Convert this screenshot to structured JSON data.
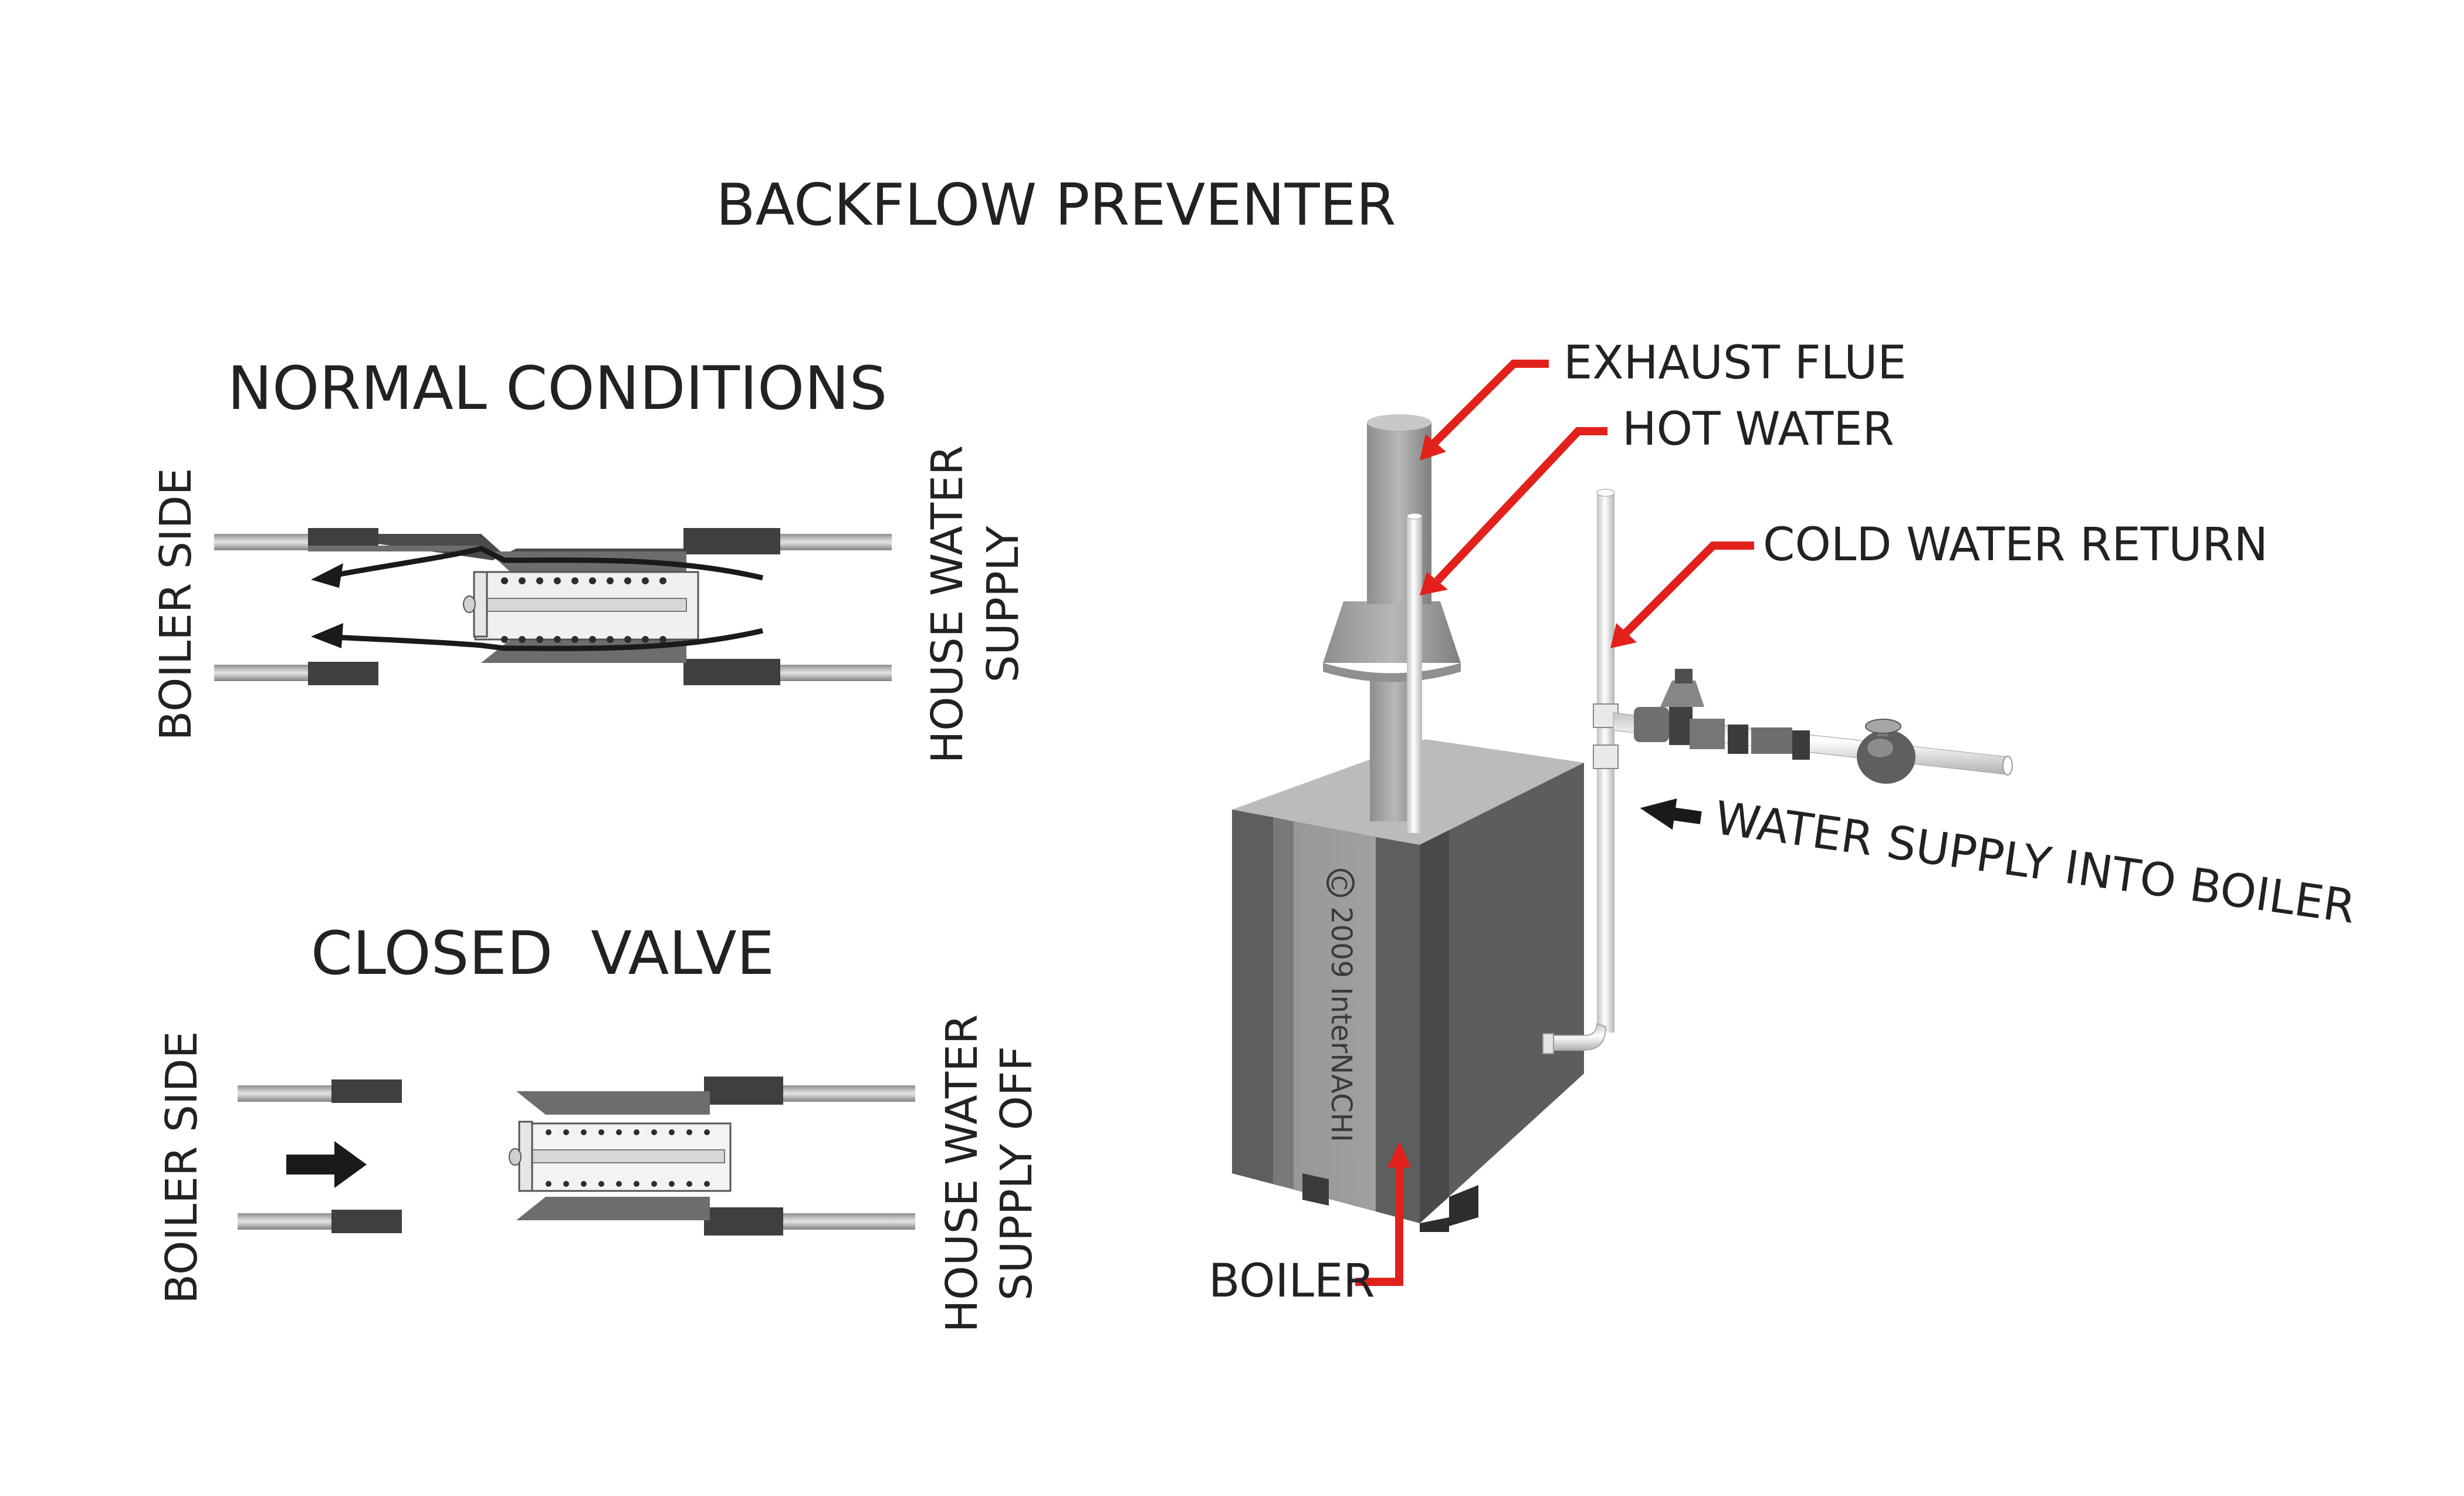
{
  "title": "BACKFLOW PREVENTER",
  "panels": {
    "normal": {
      "heading": "NORMAL CONDITIONS",
      "left_label": "BOILER SIDE",
      "right_label_line1": "HOUSE WATER",
      "right_label_line2": "SUPPLY"
    },
    "closed": {
      "heading": "CLOSED  VALVE",
      "left_label": "BOILER SIDE",
      "right_label_line1": "HOUSE WATER",
      "right_label_line2": "SUPPLY OFF"
    }
  },
  "callouts": {
    "exhaust_flue": "EXHAUST FLUE",
    "hot_water": "HOT WATER",
    "cold_water_return": "COLD WATER RETURN",
    "water_supply": "WATER SUPPLY INTO BOILER",
    "boiler": "BOILER"
  },
  "copyright": "2009 InterNACHI",
  "colors": {
    "callout_red": "#e2211c",
    "body_gray": "#6b6e6c",
    "light_gray": "#a9acab",
    "dark_gray": "#3d3f3e",
    "text": "#222222"
  }
}
